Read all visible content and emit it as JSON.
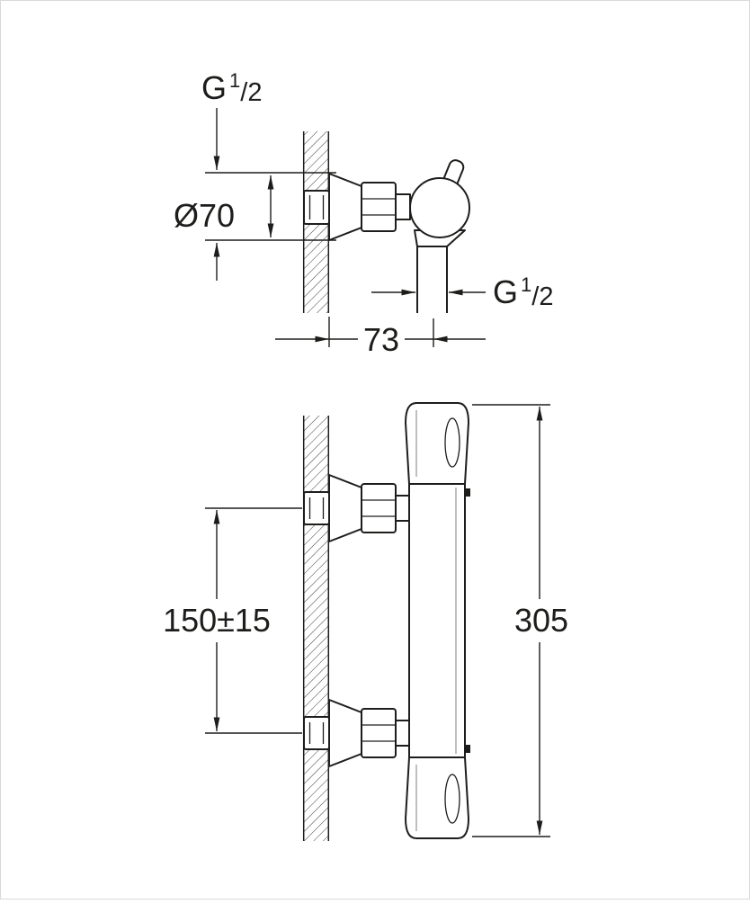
{
  "drawing": {
    "title": "thermostatic-shower-mixer-dimensional-drawing",
    "line_color": "#1d1d1b",
    "top_view": {
      "wall_thread": {
        "base": "G",
        "sup": "1",
        "rest": "/2"
      },
      "rosette_diameter": "Ø70",
      "wall_offset": "73",
      "outlet_thread": {
        "base": "G",
        "sup": "1",
        "rest": "/2"
      }
    },
    "front_view": {
      "connection_spacing": "150±15",
      "overall_height": "305"
    }
  }
}
